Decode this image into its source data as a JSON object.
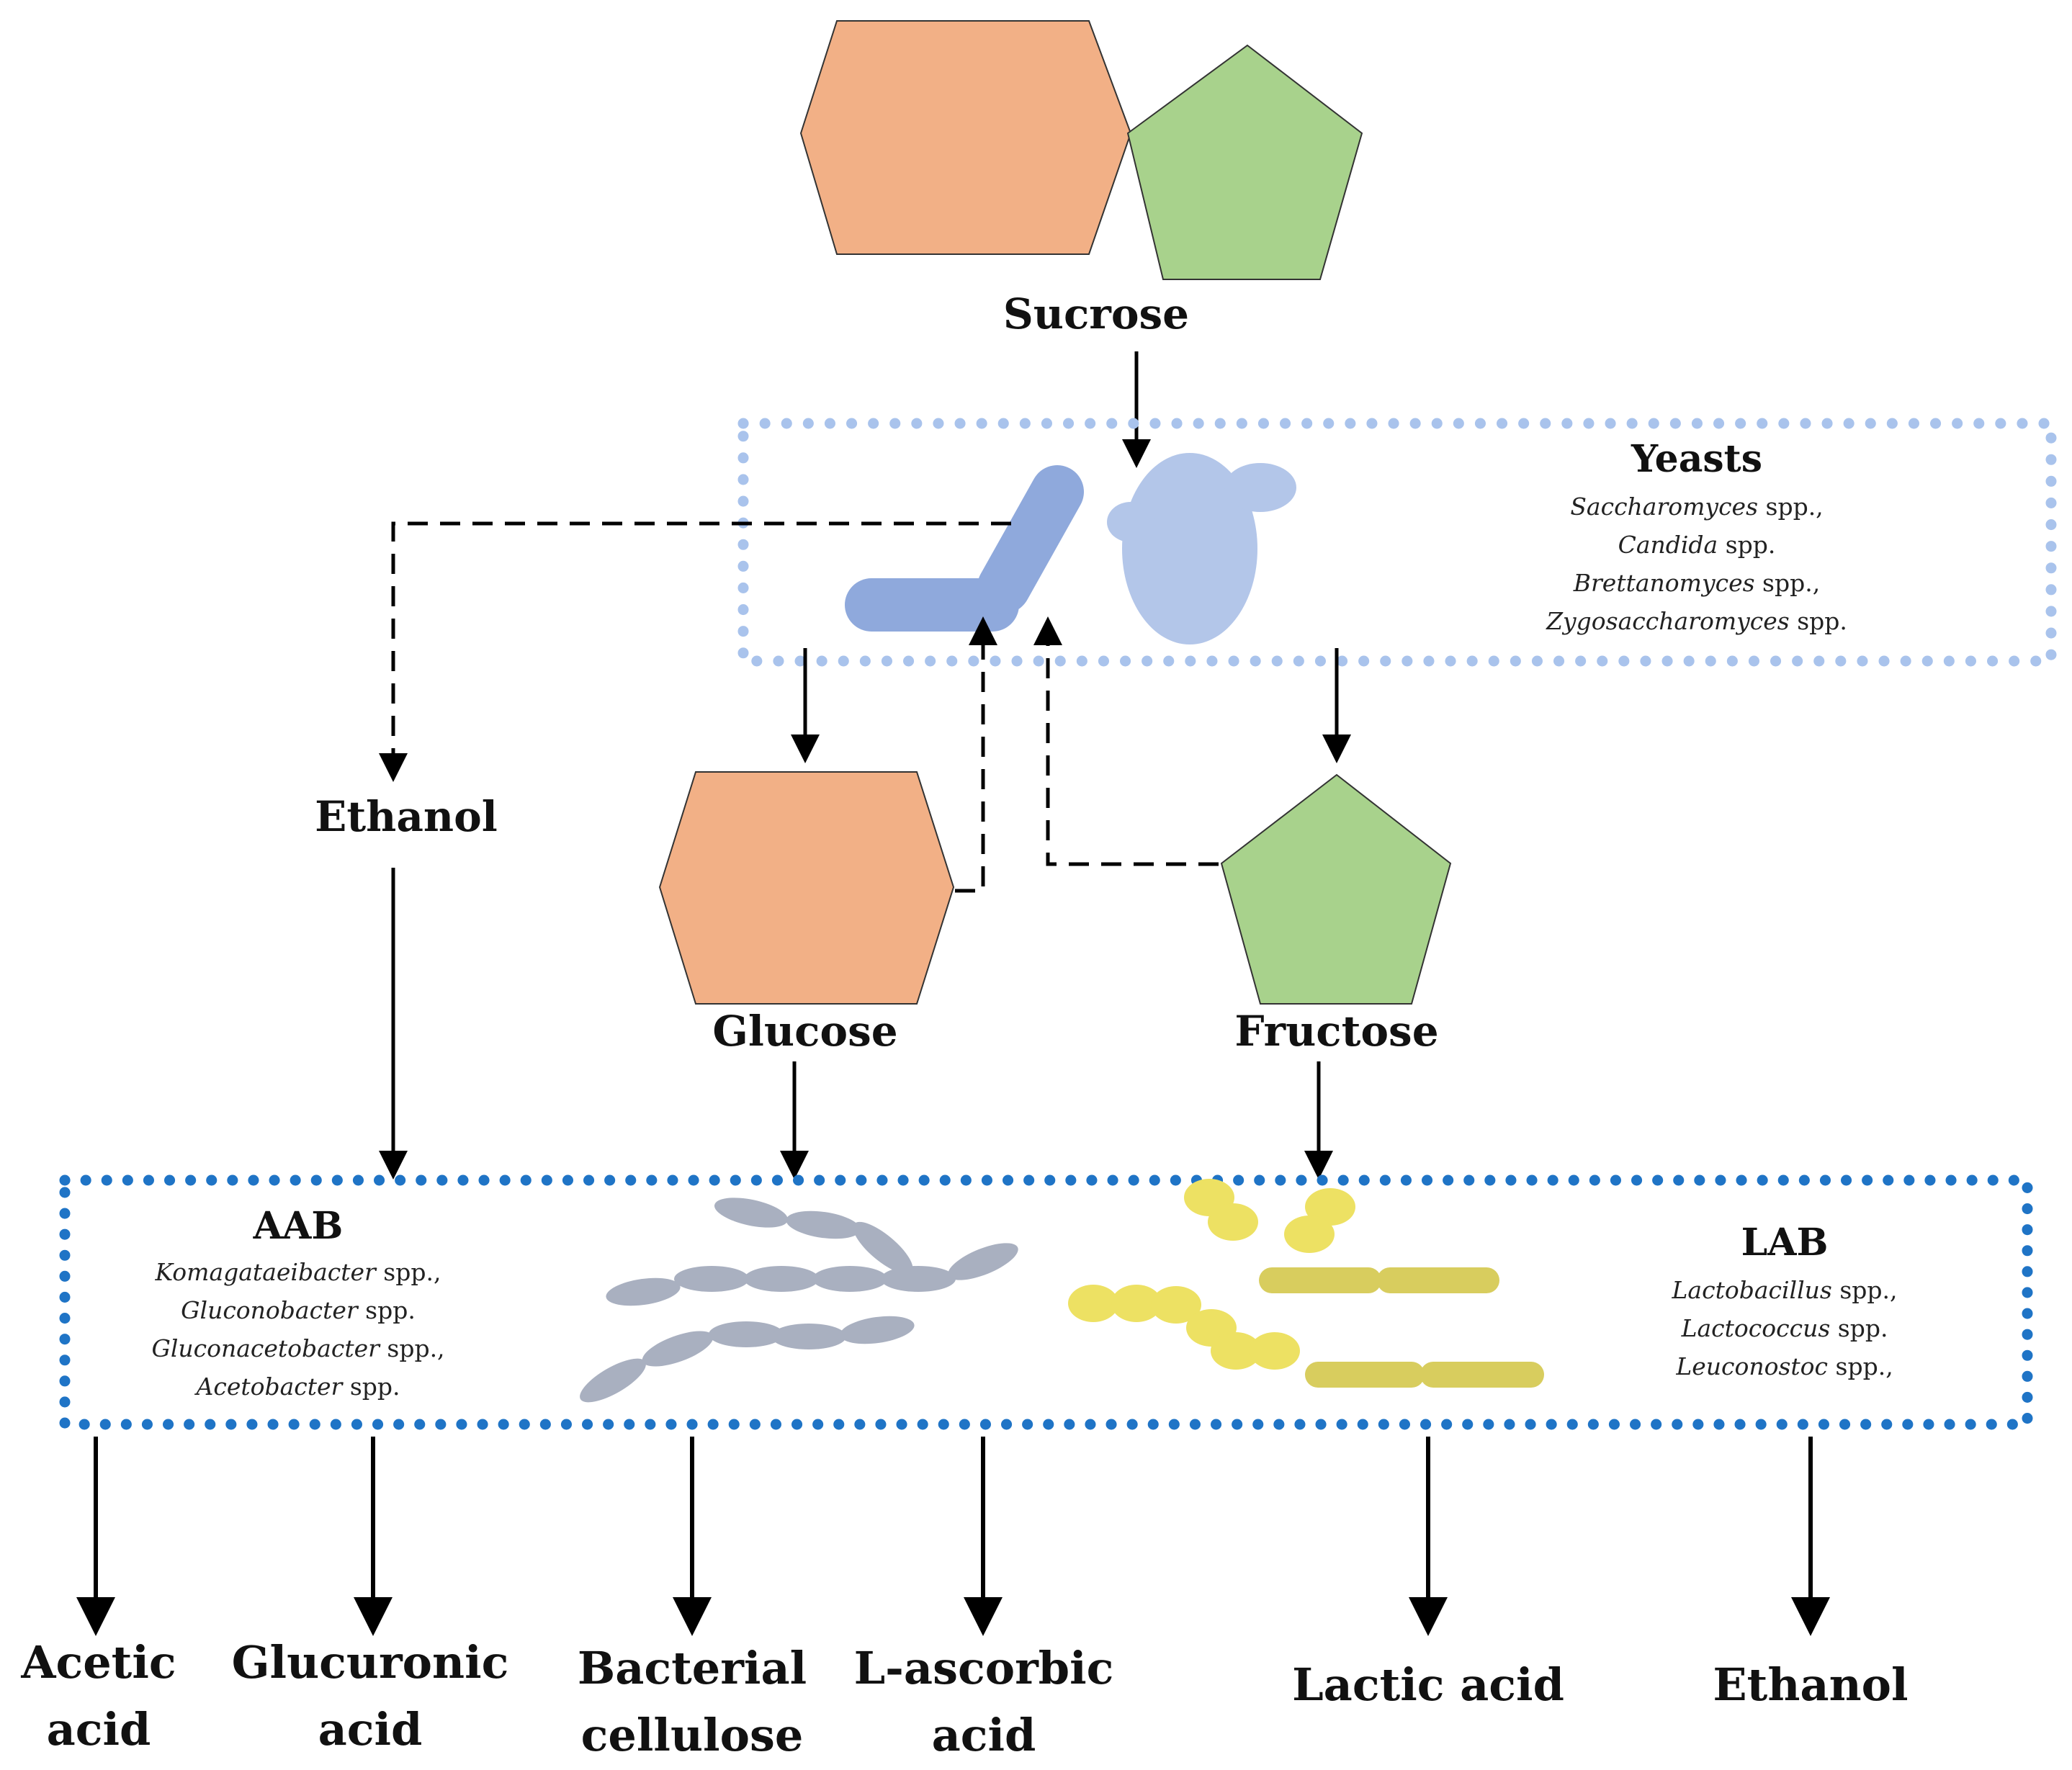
{
  "sugars": {
    "sucrose": "Sucrose",
    "glucose": "Glucose",
    "fructose": "Fructose",
    "ethanol_mid": "Ethanol"
  },
  "yeasts": {
    "title": "Yeasts",
    "species": [
      {
        "genus": "Saccharomyces",
        "suffix": " spp.,"
      },
      {
        "genus": "Candida",
        "suffix": " spp."
      },
      {
        "genus": "Brettanomyces",
        "suffix": " spp.,"
      },
      {
        "genus": "Zygosaccharomyces",
        "suffix": " spp."
      }
    ]
  },
  "aab": {
    "title": "AAB",
    "species": [
      {
        "genus": "Komagataeibacter",
        "suffix": " spp.,"
      },
      {
        "genus": "Gluconobacter",
        "suffix": " spp."
      },
      {
        "genus": "Gluconacetobacter",
        "suffix": " spp.,"
      },
      {
        "genus": "Acetobacter",
        "suffix": " spp."
      }
    ]
  },
  "lab": {
    "title": "LAB",
    "species": [
      {
        "genus": "Lactobacillus",
        "suffix": " spp.,"
      },
      {
        "genus": "Lactococcus",
        "suffix": " spp."
      },
      {
        "genus": "Leuconostoc",
        "suffix": " spp.,"
      }
    ]
  },
  "products": {
    "acetic": [
      "Acetic",
      "acid"
    ],
    "glucuronic": [
      "Glucuronic",
      "acid"
    ],
    "cellulose": [
      "Bacterial",
      "cellulose"
    ],
    "ascorbic": [
      "L-ascorbic",
      "acid"
    ],
    "lactic": "Lactic acid",
    "ethanol": "Ethanol"
  },
  "colors": {
    "glucose_fill": "#f2b086",
    "fructose_fill": "#a8d28c",
    "yeast_rod": "#8fa9dc",
    "yeast_cell": "#b3c6e9",
    "yeast_box_border": "#a9c3ec",
    "bacteria_box_border": "#1f74c6",
    "aab_cells": "#a9b0c0",
    "lab_cocci": "#ede163",
    "lab_rods": "#d8cd5e"
  }
}
